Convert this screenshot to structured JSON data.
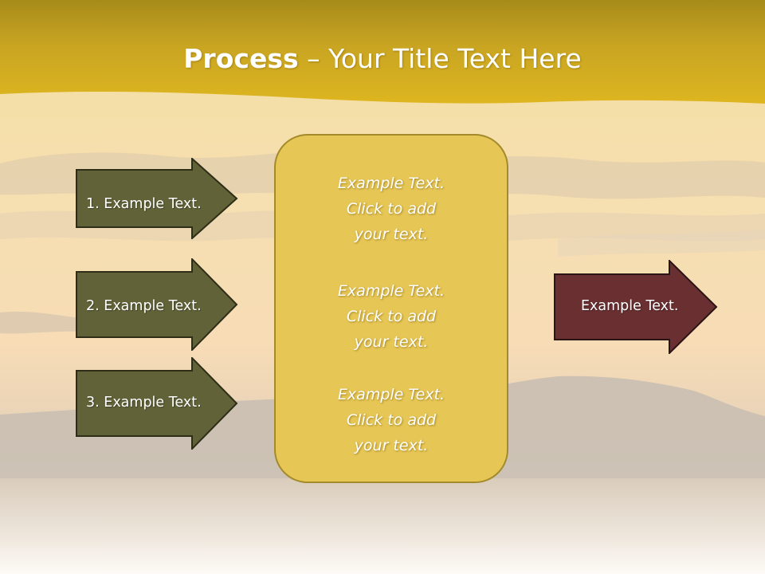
{
  "slide": {
    "title_bold": "Process",
    "title_dash": " – ",
    "title_rest": "Your Title Text Here"
  },
  "steps": [
    {
      "label": "1. Example Text."
    },
    {
      "label": "2. Example Text."
    },
    {
      "label": "3. Example Text."
    }
  ],
  "center_blocks": [
    {
      "lines": [
        "Example Text.",
        "Click  to add",
        "your text."
      ]
    },
    {
      "lines": [
        "Example Text.",
        "Click  to add",
        "your text."
      ]
    },
    {
      "lines": [
        "Example Text.",
        "Click  to add",
        "your text."
      ]
    }
  ],
  "output": {
    "label": "Example Text."
  },
  "colors": {
    "step_fill": "#626238",
    "output_fill": "#6a2f31",
    "center_fill": "#e6c655",
    "banner": "#d8b020"
  }
}
